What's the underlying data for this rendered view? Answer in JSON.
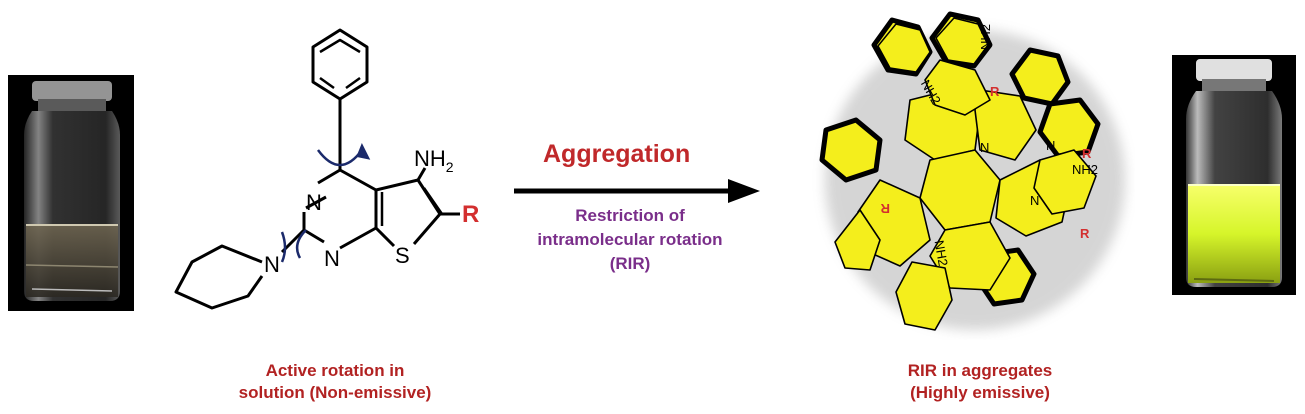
{
  "left_caption": {
    "line1": "Active rotation in",
    "line2": "solution (Non-emissive)"
  },
  "right_caption": {
    "line1": "RIR in aggregates",
    "line2": "(Highly emissive)"
  },
  "arrow": {
    "label": "Aggregation",
    "sub_line1": "Restriction of",
    "sub_line2": "intramolecular rotation",
    "sub_line3": "(RIR)"
  },
  "molecule": {
    "amine": "NH",
    "amine_sub": "2",
    "substituent": "R",
    "n1": "N",
    "n2": "N",
    "n_pip": "N",
    "s": "S"
  },
  "aggregate_labels": {
    "nh2_a": "NH2",
    "nh2_b": "NH2",
    "nh2_c": "NH2",
    "nh2_d": "NH2",
    "r_a": "R",
    "r_b": "R",
    "r_c": "R",
    "r_d": "R",
    "n_a": "N",
    "n_b": "N",
    "n_c": "N"
  },
  "colors": {
    "caption_red": "#b22222",
    "aggregation_red": "#c0282a",
    "rir_purple": "#7a2e8a",
    "aggregate_yellow": "#f4ee1c",
    "emission_yellow": "#e6ff3a"
  }
}
